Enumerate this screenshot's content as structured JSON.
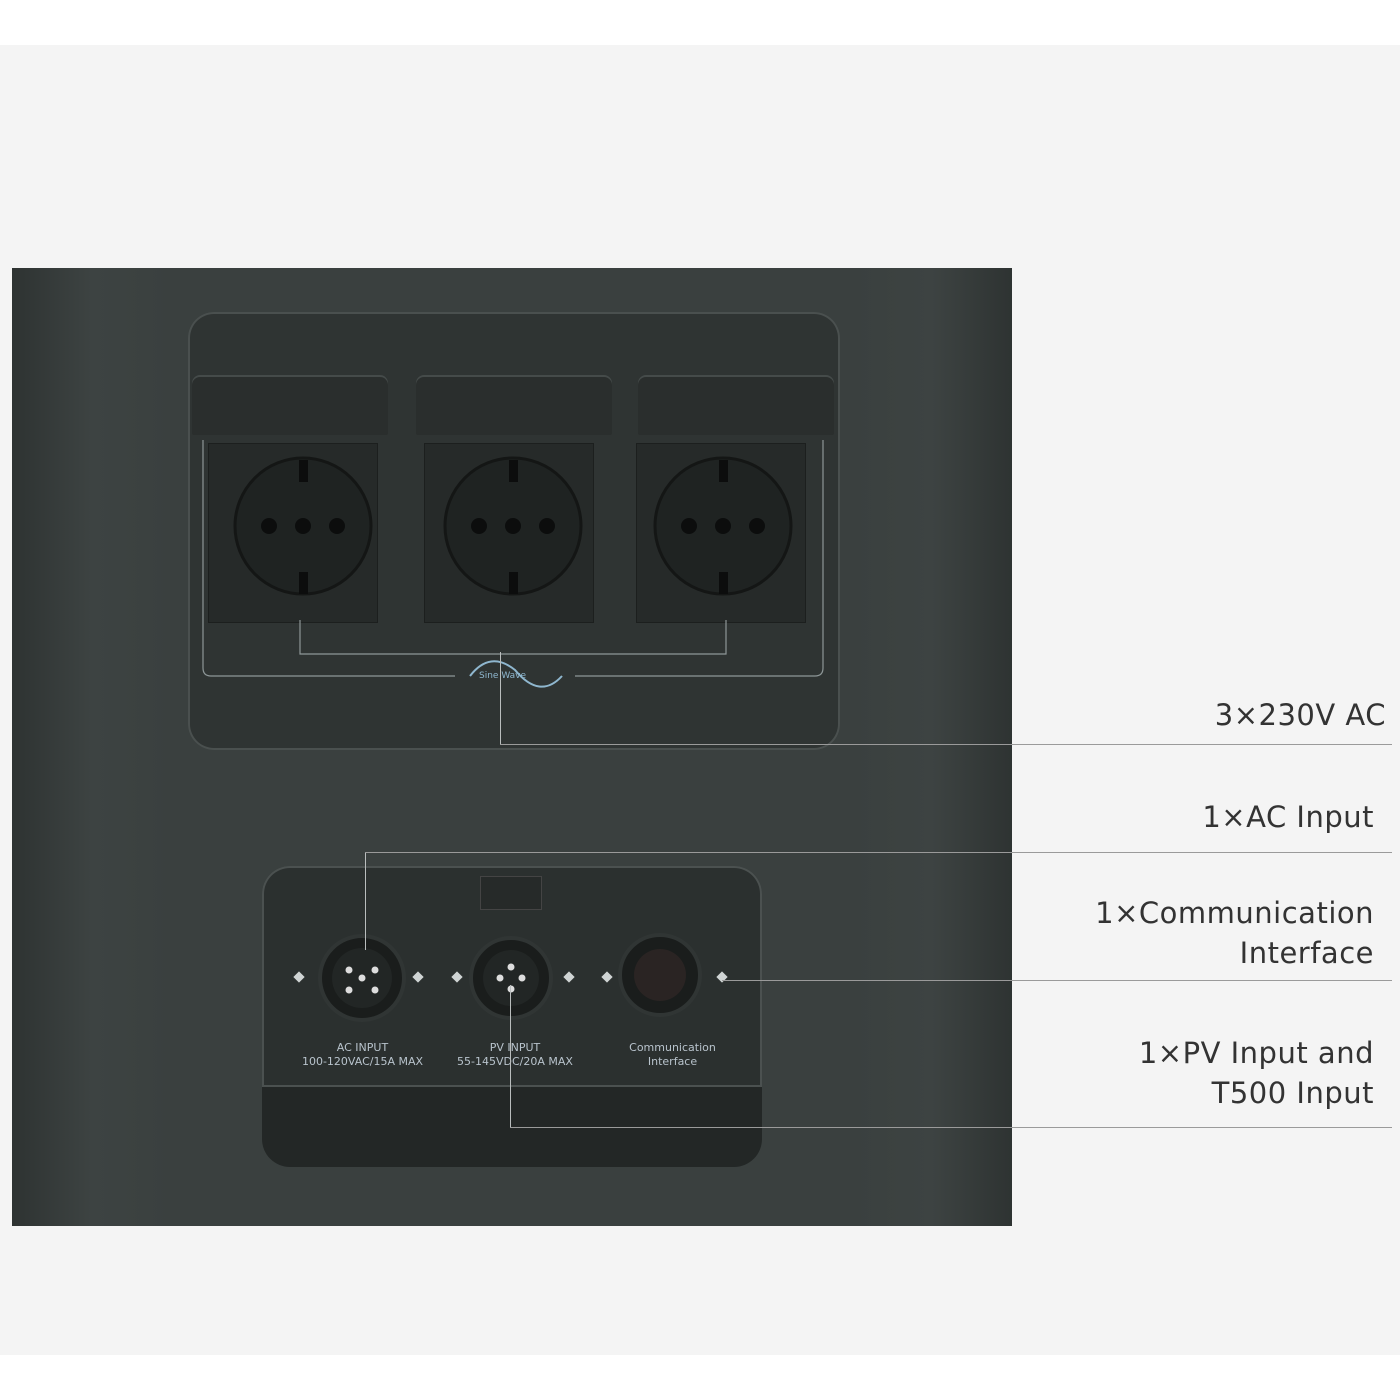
{
  "callouts": [
    {
      "label": "3×230V AC"
    },
    {
      "label": "1×AC Input"
    },
    {
      "label": "1×Communication Interface",
      "line1": "1×Communication",
      "line2": "Interface"
    },
    {
      "label": "1×PV Input and T500 Input",
      "line1": "1×PV Input and",
      "line2": "T500 Input"
    }
  ],
  "device_labels": {
    "sine_wave": "Sine Wave",
    "ac_input_title": "AC INPUT",
    "ac_input_spec": "100-120VAC/15A MAX",
    "pv_input_title": "PV INPUT",
    "pv_input_spec": "55-145VDC/20A MAX",
    "comm_title": "Communication",
    "comm_sub": "Interface"
  },
  "colors": {
    "device": "#3a403f",
    "background": "#f4f4f4",
    "text": "#333333",
    "port_label": "#b8c3cc"
  }
}
